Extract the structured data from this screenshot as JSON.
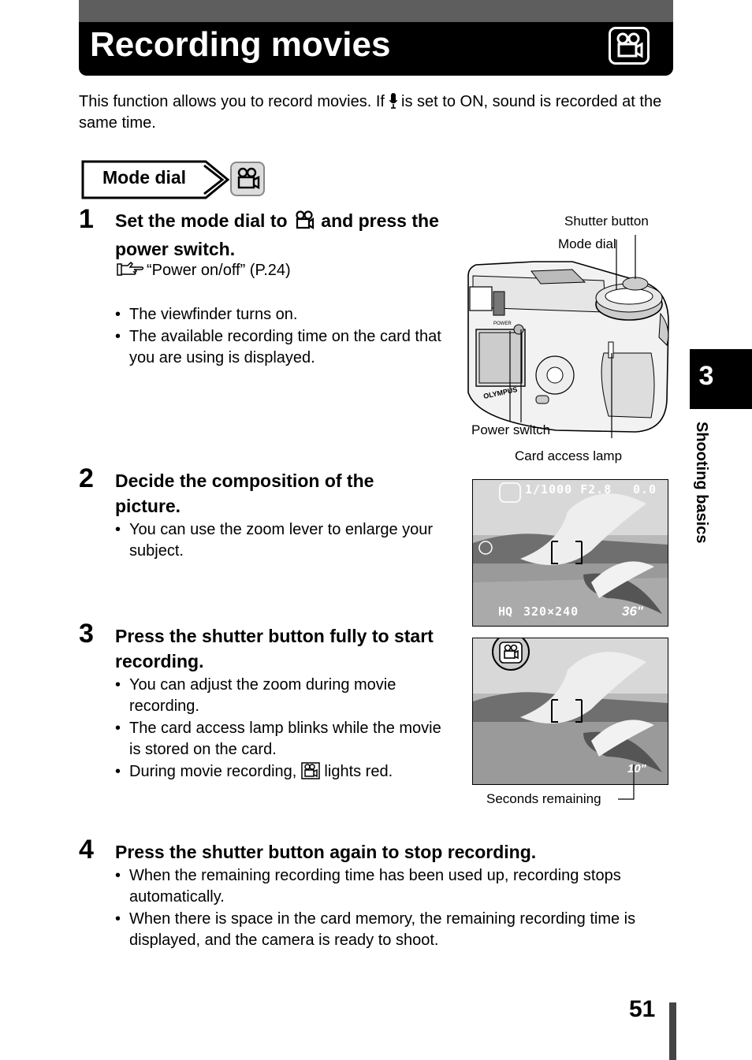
{
  "header": {
    "title": "Recording movies",
    "icon": "movie-camera-icon"
  },
  "intro": {
    "before_icon": "This function allows you to record movies. If ",
    "icon": "microphone-icon",
    "after_icon": " is set to ON, sound is recorded at the same time."
  },
  "mode_dial": {
    "label": "Mode dial",
    "icon": "movie-camera-icon"
  },
  "steps": [
    {
      "number": "1",
      "heading_before_icon": "Set the mode dial to ",
      "heading_icon": "movie-camera-icon",
      "heading_after_icon": " and press the power switch.",
      "reference_icon": "reference-hand-icon",
      "reference": "“Power on/off” (P.24)",
      "bullets": [
        "The viewfinder turns on.",
        "The available recording time on the card that you are using is displayed."
      ]
    },
    {
      "number": "2",
      "heading": "Decide the composition of the picture.",
      "bullets": [
        "You can use the zoom lever to enlarge your subject."
      ]
    },
    {
      "number": "3",
      "heading": "Press the shutter button fully to start recording.",
      "bullets": [
        "You can adjust the zoom during movie recording.",
        "The card access lamp blinks while the movie is stored on the card.",
        "During movie recording, ",
        " lights red."
      ],
      "bullet3_icon": "movie-camera-icon"
    },
    {
      "number": "4",
      "heading": "Press the shutter button again to stop recording.",
      "bullets": [
        "When the remaining recording time has been used up, recording stops automatically.",
        "When there is space in the card memory, the remaining recording time is displayed, and the camera is ready to shoot."
      ]
    }
  ],
  "camera_callouts": {
    "shutter_button": "Shutter button",
    "mode_dial": "Mode dial",
    "power_switch": "Power switch",
    "card_access_lamp": "Card access lamp",
    "brand": "OLYMPUS",
    "power_label": "POWER"
  },
  "lcd1": {
    "shutter_aperture": "1/1000  F2.8",
    "exposure": "0.0",
    "quality": "HQ",
    "resolution": "320×240",
    "seconds": "36\""
  },
  "lcd2": {
    "seconds": "10\""
  },
  "seconds_remaining": "Seconds remaining",
  "side_tab": {
    "number": "3",
    "label": "Shooting basics"
  },
  "page_number": "51"
}
